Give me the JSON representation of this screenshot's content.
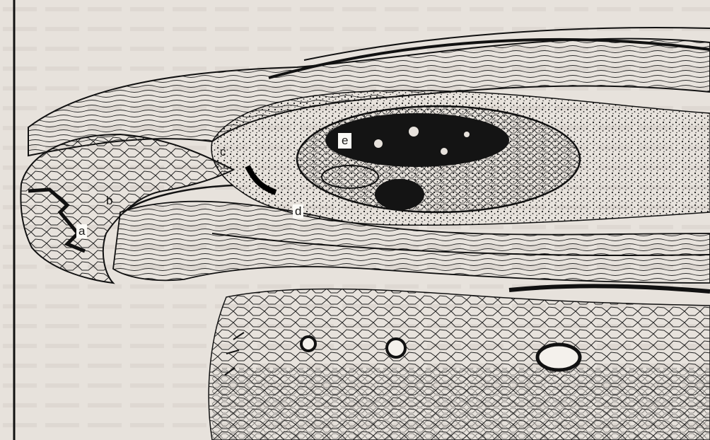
{
  "figure": {
    "labels": {
      "a": "a",
      "b": "b",
      "c": "c",
      "d": "d",
      "e": "e"
    }
  },
  "colors": {
    "paper": "#e7e2dc",
    "ink": "#1b1a18",
    "label_box": "#fbfaf6"
  }
}
